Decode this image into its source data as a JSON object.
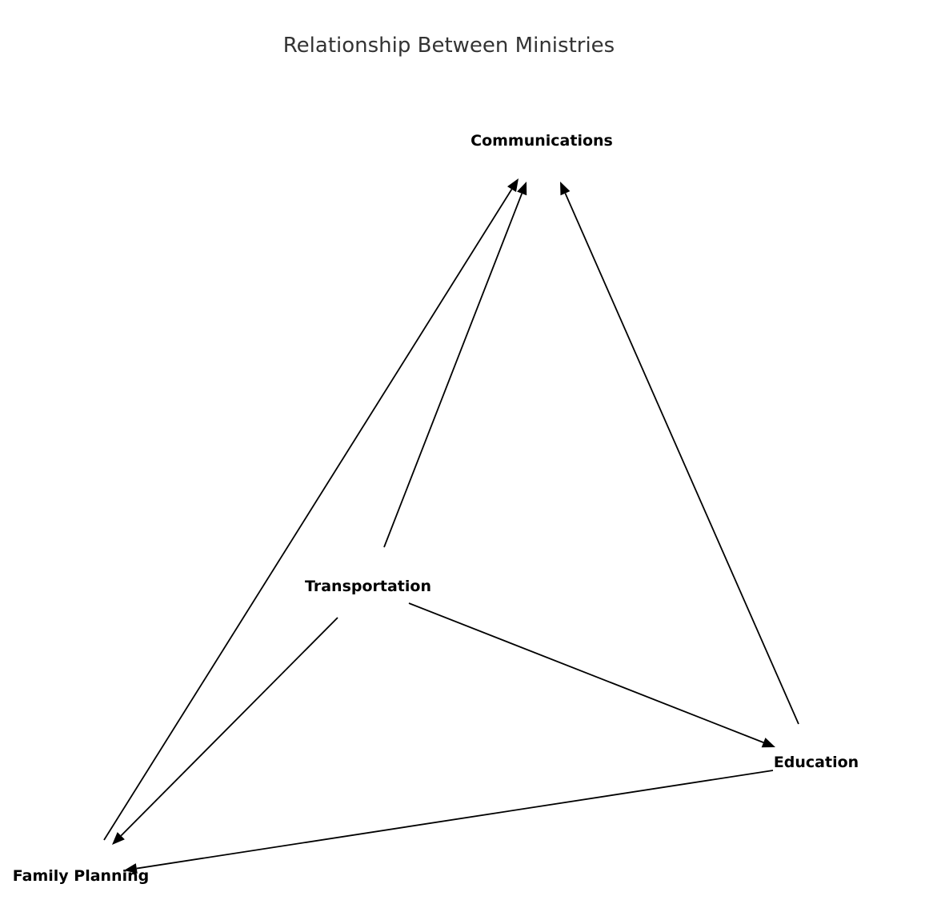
{
  "title": "Relationship Between Ministries",
  "nodes": [
    {
      "id": "communications",
      "label": "Communications"
    },
    {
      "id": "transportation",
      "label": "Transportation"
    },
    {
      "id": "education",
      "label": "Education"
    },
    {
      "id": "family_planning",
      "label": "Family Planning"
    }
  ],
  "edges": [
    {
      "from": "family_planning",
      "to": "communications"
    },
    {
      "from": "transportation",
      "to": "communications"
    },
    {
      "from": "education",
      "to": "communications"
    },
    {
      "from": "transportation",
      "to": "education"
    },
    {
      "from": "transportation",
      "to": "family_planning"
    },
    {
      "from": "education",
      "to": "family_planning"
    }
  ]
}
